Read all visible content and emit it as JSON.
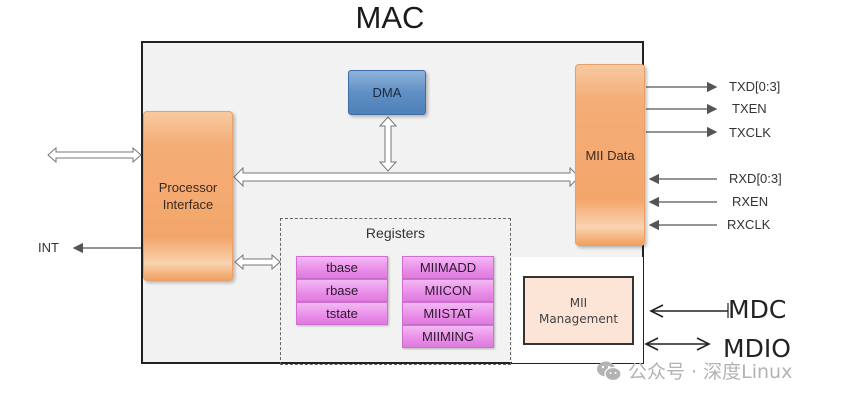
{
  "diagram": {
    "title": "MAC",
    "blocks": {
      "dma": "DMA",
      "processor_interface_line1": "Processor",
      "processor_interface_line2": "Interface",
      "mii_data": "MII Data",
      "registers_title": "Registers",
      "mii_management_line1": "MII",
      "mii_management_line2": "Management"
    },
    "registers_left": [
      "tbase",
      "rbase",
      "tstate"
    ],
    "registers_right": [
      "MIIMADD",
      "MIICON",
      "MIISTAT",
      "MIIMING"
    ],
    "tx_signals": [
      "TXD[0:3]",
      "TXEN",
      "TXCLK"
    ],
    "rx_signals": [
      "RXD[0:3]",
      "RXEN",
      "RXCLK"
    ],
    "int_signal": "INT",
    "mdc_signal": "MDC",
    "mdio_signal": "MDIO",
    "colors": {
      "processor_orange": "#f3a66b",
      "dma_blue": "#5f8fc4",
      "register_pink": "#e98de9",
      "mgmt_fill": "#fce4d6"
    }
  },
  "watermark": {
    "icon": "wechat-icon",
    "text": "公众号 · 深度Linux"
  }
}
